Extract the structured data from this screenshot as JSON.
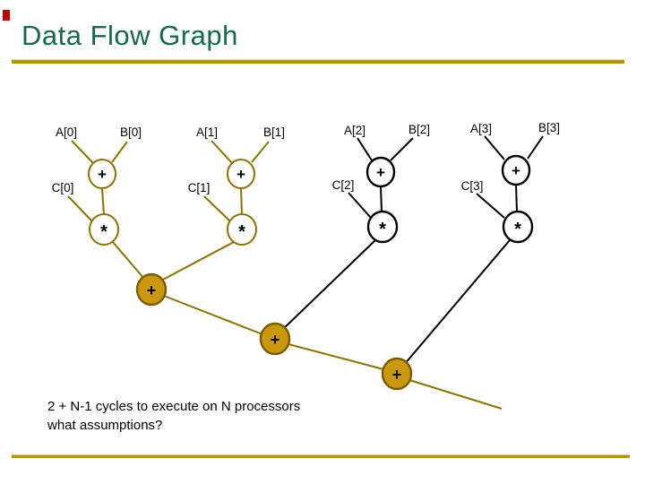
{
  "slide": {
    "title": "Data Flow Graph",
    "notes": {
      "line1": "2 + N-1 cycles to execute on N processors",
      "line2": "what assumptions?"
    }
  },
  "colors": {
    "title_green": "#17694a",
    "gold_rule": "#b4940e",
    "olive_edge": "#8b7300",
    "black_edge": "#000000",
    "gold_node_fill": "#c9980f",
    "gold_node_stroke": "#7a5c00",
    "red_marker": "#c00000"
  },
  "graph": {
    "groups": [
      {
        "a_label": "A[0]",
        "b_label": "B[0]",
        "c_label": "C[0]",
        "add_op": "+",
        "mul_op": "*"
      },
      {
        "a_label": "A[1]",
        "b_label": "B[1]",
        "c_label": "C[1]",
        "add_op": "+",
        "mul_op": "*"
      },
      {
        "a_label": "A[2]",
        "b_label": "B[2]",
        "c_label": "C[2]",
        "add_op": "+",
        "mul_op": "*"
      },
      {
        "a_label": "A[3]",
        "b_label": "B[3]",
        "c_label": "C[3]",
        "add_op": "+",
        "mul_op": "*"
      }
    ],
    "reduction_ops": {
      "sum1": "+",
      "sum2": "+",
      "sum3": "+"
    }
  }
}
